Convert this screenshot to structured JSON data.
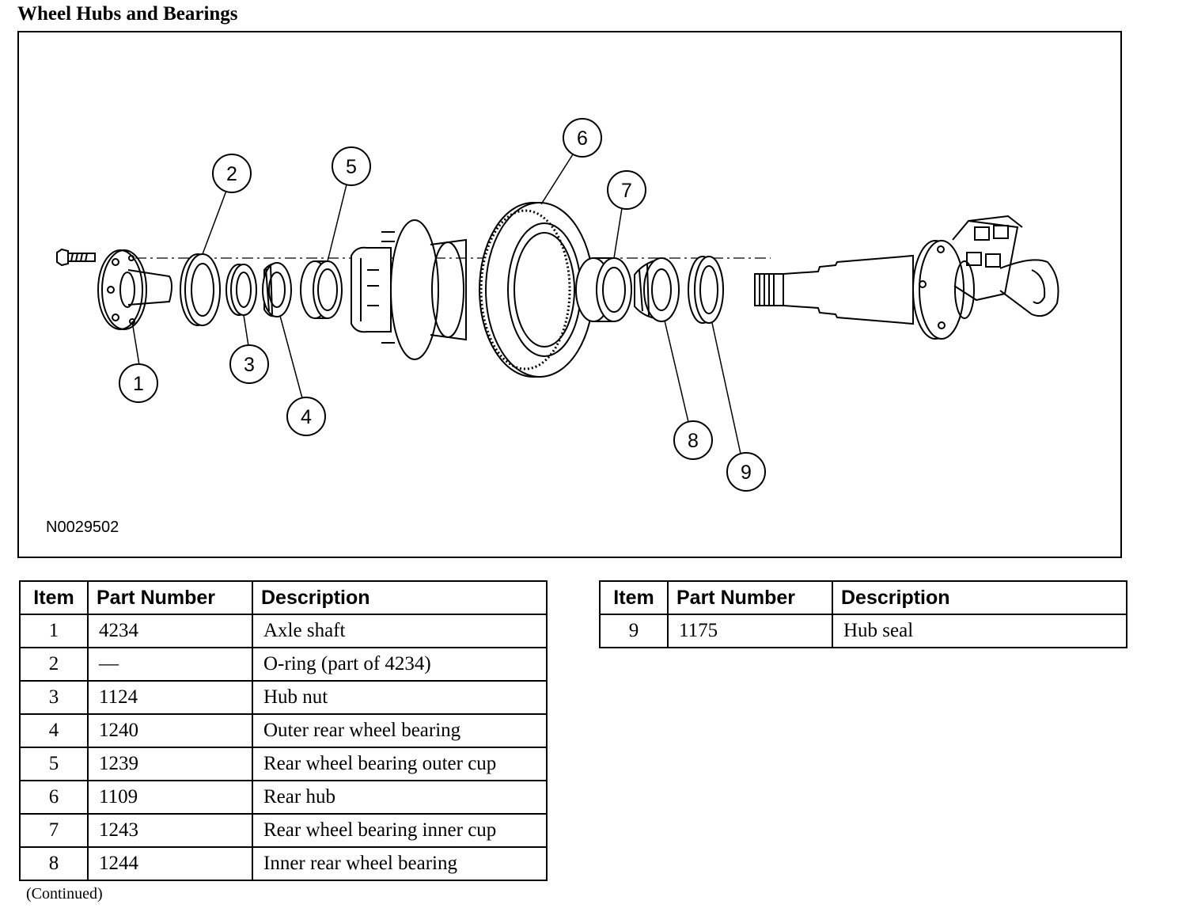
{
  "title": "Wheel Hubs and Bearings",
  "figure": {
    "figure_id": "N0029502",
    "callouts": [
      "1",
      "2",
      "3",
      "4",
      "5",
      "6",
      "7",
      "8",
      "9"
    ]
  },
  "table_headers": {
    "item": "Item",
    "part_number": "Part Number",
    "description": "Description"
  },
  "table_left": [
    {
      "item": "1",
      "part": "4234",
      "desc": "Axle shaft"
    },
    {
      "item": "2",
      "part": "—",
      "desc": "O-ring (part of 4234)"
    },
    {
      "item": "3",
      "part": "1124",
      "desc": "Hub nut"
    },
    {
      "item": "4",
      "part": "1240",
      "desc": "Outer rear wheel bearing"
    },
    {
      "item": "5",
      "part": "1239",
      "desc": "Rear wheel bearing outer cup"
    },
    {
      "item": "6",
      "part": "1109",
      "desc": "Rear hub"
    },
    {
      "item": "7",
      "part": "1243",
      "desc": "Rear wheel bearing inner cup"
    },
    {
      "item": "8",
      "part": "1244",
      "desc": "Inner rear wheel bearing"
    }
  ],
  "table_right": [
    {
      "item": "9",
      "part": "1175",
      "desc": "Hub seal"
    }
  ],
  "continued_note": "(Continued)"
}
